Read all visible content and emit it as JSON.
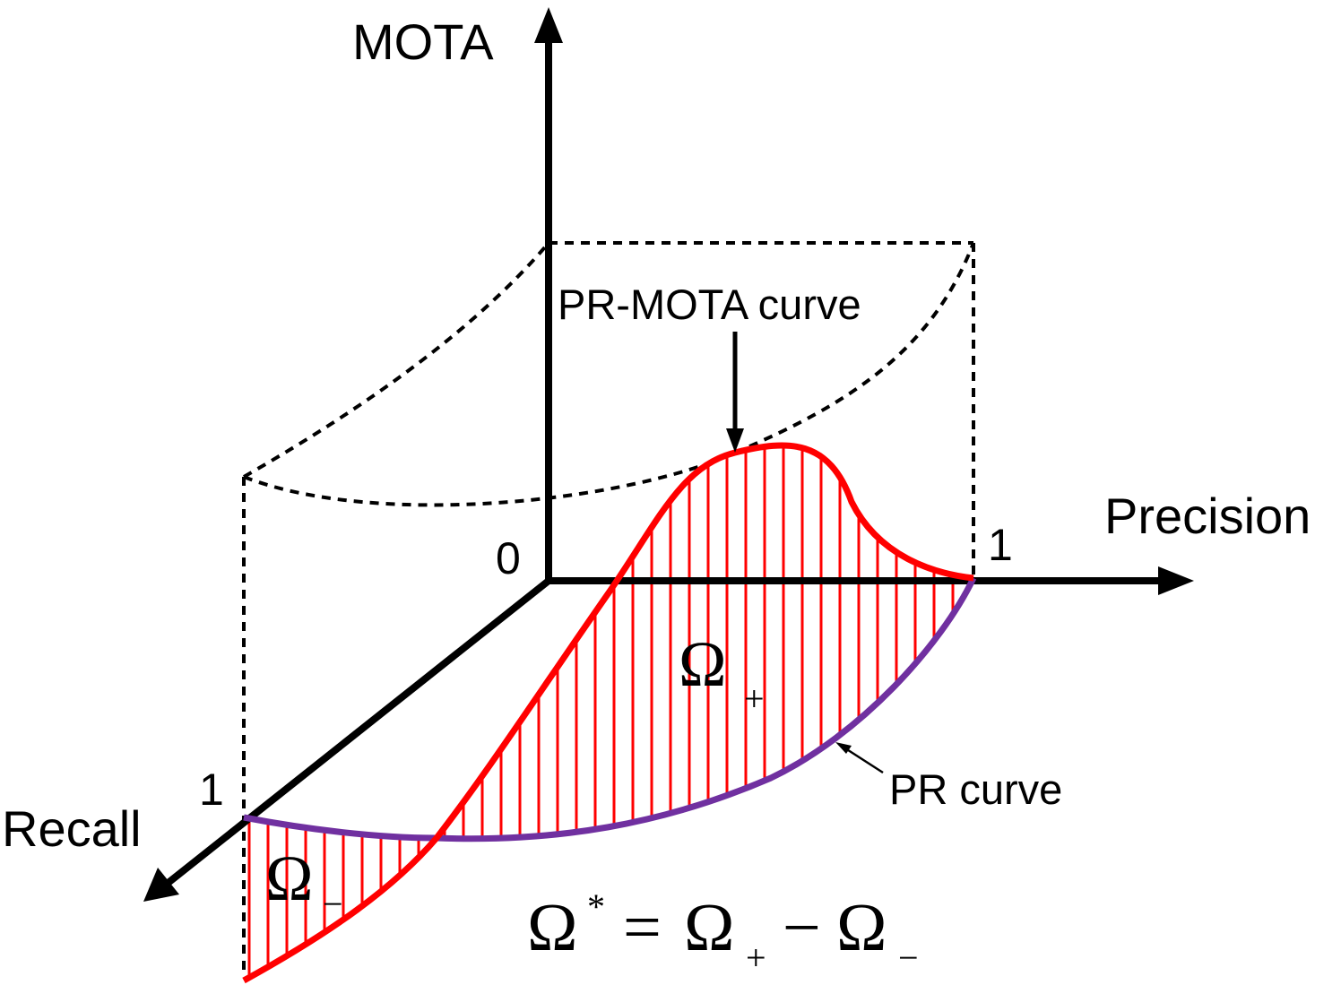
{
  "labels": {
    "mota_axis": "MOTA",
    "precision_axis": "Precision",
    "recall_axis": "Recall",
    "origin": "0",
    "precision_one": "1",
    "recall_one": "1",
    "pr_mota_curve": "PR-MOTA curve",
    "pr_curve": "PR curve"
  },
  "regions": {
    "omega_plus": {
      "symbol": "Ω",
      "subscript": "+"
    },
    "omega_minus": {
      "symbol": "Ω",
      "subscript": "−"
    }
  },
  "formula": {
    "lhs": "Ω",
    "lhs_superscript": "*",
    "equals": "=",
    "term1": "Ω",
    "term1_subscript": "+",
    "minus": "−",
    "term2": "Ω",
    "term2_subscript": "−"
  },
  "colors": {
    "axes": "#000000",
    "pr_mota_curve": "#ff0000",
    "pr_curve": "#7030a0",
    "hatch": "#ff0000",
    "dashed": "#000000"
  }
}
